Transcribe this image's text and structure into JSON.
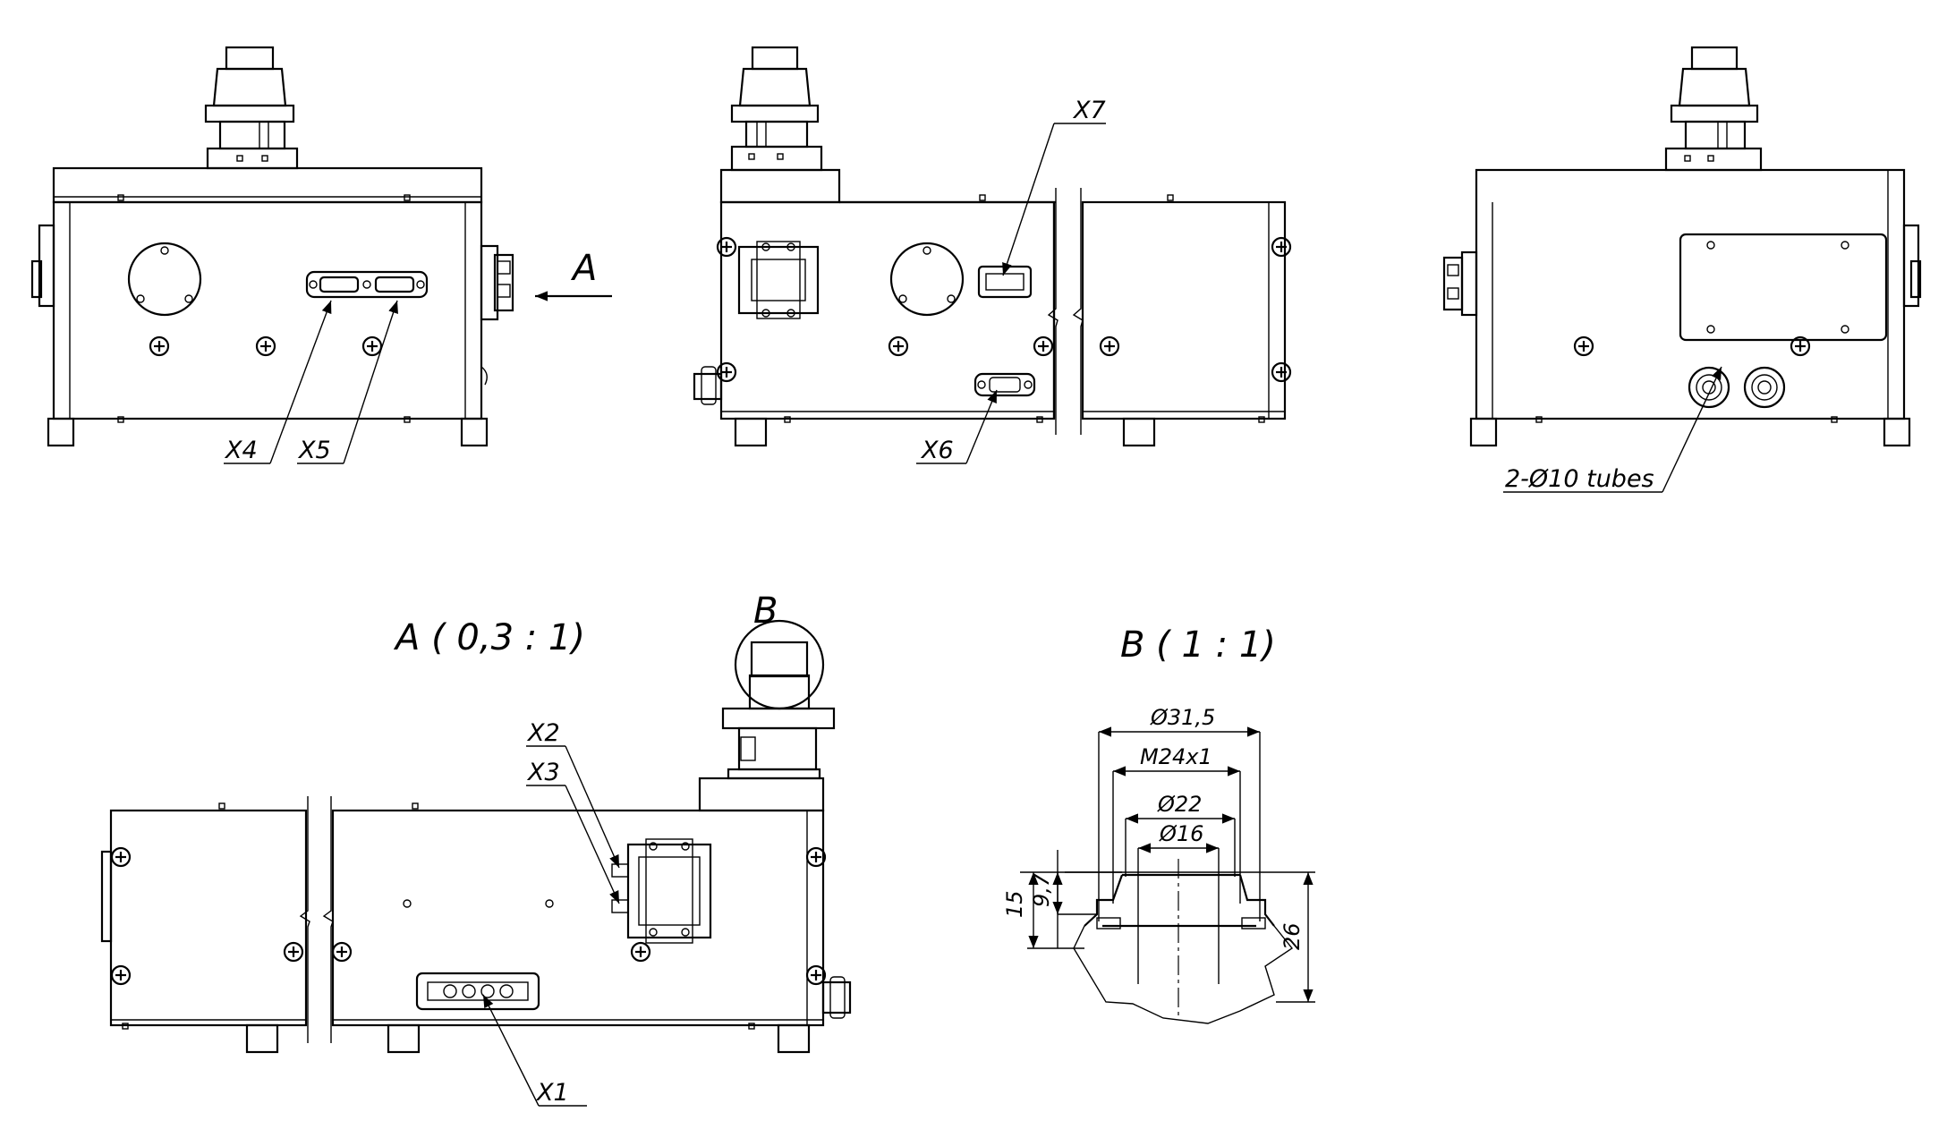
{
  "labels": {
    "x1": "X1",
    "x2": "X2",
    "x3": "X3",
    "x4": "X4",
    "x5": "X5",
    "x6": "X6",
    "x7": "X7",
    "tubes": "2-Ø10 tubes",
    "arrow_a": "A",
    "view_a": "A ( 0,3 : 1)",
    "callout_b": "B",
    "view_b": "B ( 1 : 1)"
  },
  "dimensions": {
    "d31_5": "Ø31,5",
    "m24x1": "M24x1",
    "d22": "Ø22",
    "d16": "Ø16",
    "h15": "15",
    "h9_7": "9,7",
    "h26": "26"
  }
}
